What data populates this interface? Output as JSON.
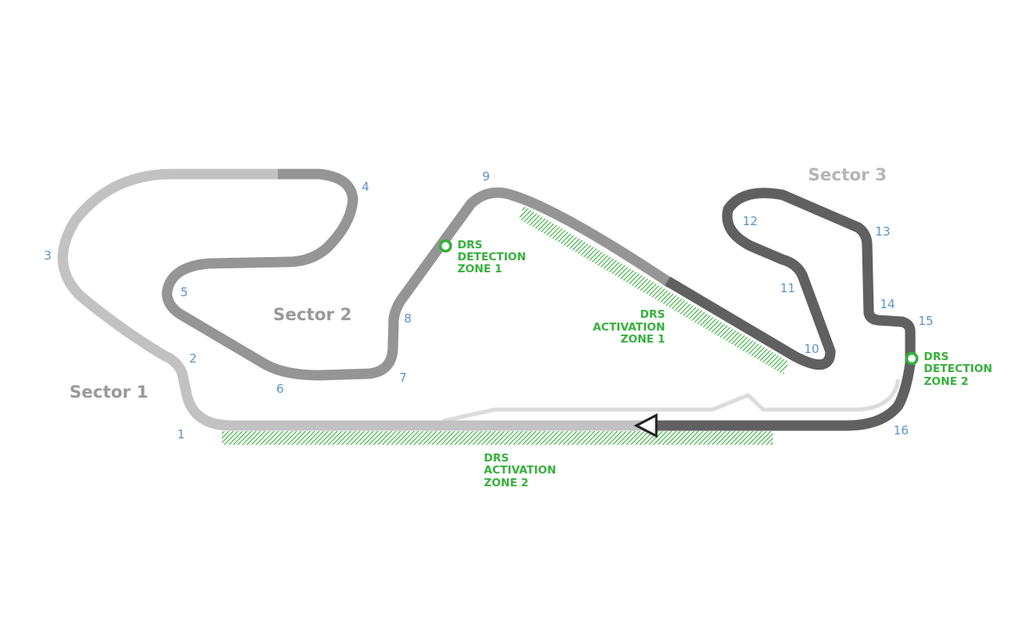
{
  "circuit": {
    "colors": {
      "sector1": "#c2c2c2",
      "sector2": "#959595",
      "sector3": "#606060",
      "pit_lane": "#dcdcdc",
      "turn_number": "#5b95c9",
      "drs": "#36b03c",
      "sector_label": "#9a9a9a",
      "start_arrow": "#222222"
    },
    "sectors": [
      {
        "label": "Sector 1"
      },
      {
        "label": "Sector 2"
      },
      {
        "label": "Sector 3"
      }
    ],
    "turns": [
      "1",
      "2",
      "3",
      "4",
      "5",
      "6",
      "7",
      "8",
      "9",
      "10",
      "11",
      "12",
      "13",
      "14",
      "15",
      "16"
    ],
    "drs": {
      "detection_1": {
        "line1": "DRS",
        "line2": "DETECTION",
        "line3": "ZONE 1"
      },
      "activation_1": {
        "line1": "DRS",
        "line2": "ACTIVATION",
        "line3": "ZONE 1"
      },
      "detection_2": {
        "line1": "DRS",
        "line2": "DETECTION",
        "line3": "ZONE 2"
      },
      "activation_2": {
        "line1": "DRS",
        "line2": "ACTIVATION",
        "line3": "ZONE 2"
      }
    },
    "start_finish": {
      "icon": "start-direction-arrow-icon",
      "direction": "left"
    }
  }
}
